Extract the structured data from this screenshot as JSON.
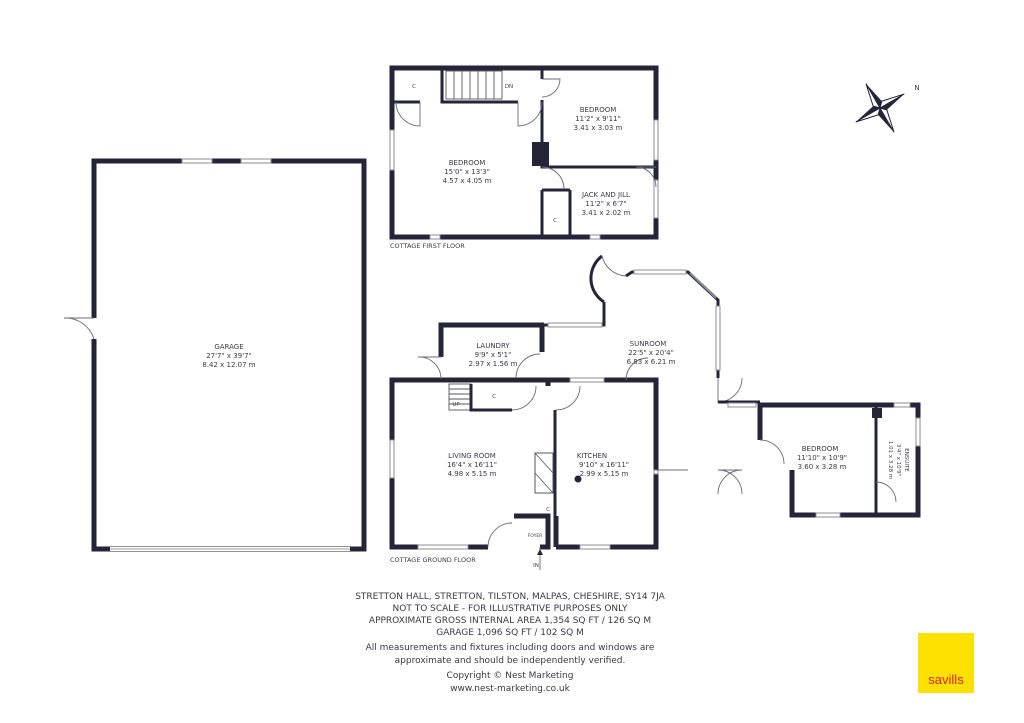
{
  "rooms": {
    "garage": {
      "name": "GARAGE",
      "imperial": "27'7\" x 39'7\"",
      "metric": "8.42 x 12.07 m"
    },
    "bedroom1": {
      "name": "BEDROOM",
      "imperial": "15'0\" x 13'3\"",
      "metric": "4.57 x 4.05 m"
    },
    "bedroom2": {
      "name": "BEDROOM",
      "imperial": "11'2\" x 9'11\"",
      "metric": "3.41 x 3.03 m"
    },
    "jackjill": {
      "name": "JACK AND JILL",
      "imperial": "11'2\" x 6'7\"",
      "metric": "3.41 x 2.02 m"
    },
    "laundry": {
      "name": "LAUNDRY",
      "imperial": "9'9\" x 5'1\"",
      "metric": "2.97 x 1.56 m"
    },
    "sunroom": {
      "name": "SUNROOM",
      "imperial": "22'5\" x 20'4\"",
      "metric": "6.83 x 6.21 m"
    },
    "living": {
      "name": "LIVING ROOM",
      "imperial": "16'4\" x 16'11\"",
      "metric": "4.98 x 5.15 m"
    },
    "kitchen": {
      "name": "KITCHEN",
      "imperial": "9'10\" x 16'11\"",
      "metric": "2.99 x 5.15 m"
    },
    "bedroom3": {
      "name": "BEDROOM",
      "imperial": "11'10\" x 10'9\"",
      "metric": "3.60 x 3.28 m"
    },
    "ensuite": {
      "name": "ENSUITE",
      "imperial": "3'4\" x 10'9\"",
      "metric": "1.01 x 3.28 m"
    },
    "foyer": {
      "name": "FOYER"
    }
  },
  "small_labels": {
    "closet": "C",
    "down": "DN",
    "up": "UP",
    "entrance": "IN"
  },
  "captions": {
    "first_floor": "COTTAGE FIRST FLOOR",
    "ground_floor": "COTTAGE GROUND FLOOR"
  },
  "compass": {
    "north_label": "N"
  },
  "footer": {
    "address": "STRETTON HALL, STRETTON, TILSTON, MALPAS, CHESHIRE, SY14 7JA",
    "scale_note": "NOT TO SCALE - FOR ILLUSTRATIVE PURPOSES ONLY",
    "gross_area": "APPROXIMATE GROSS INTERNAL AREA  1,354 SQ FT / 126 SQ M",
    "garage_area": "GARAGE 1,096 SQ FT / 102 SQ M",
    "disclaimer_1": "All measurements and fixtures including doors and windows are",
    "disclaimer_2": "approximate and should be independently verified.",
    "copyright": "Copyright © Nest Marketing",
    "website": "www.nest-marketing.co.uk"
  },
  "brand": {
    "logo_text": "savills",
    "logo_bg": "#ffe100",
    "logo_fg": "#e2231a"
  },
  "colors": {
    "wall": "#252438",
    "text": "#3a3a48"
  }
}
